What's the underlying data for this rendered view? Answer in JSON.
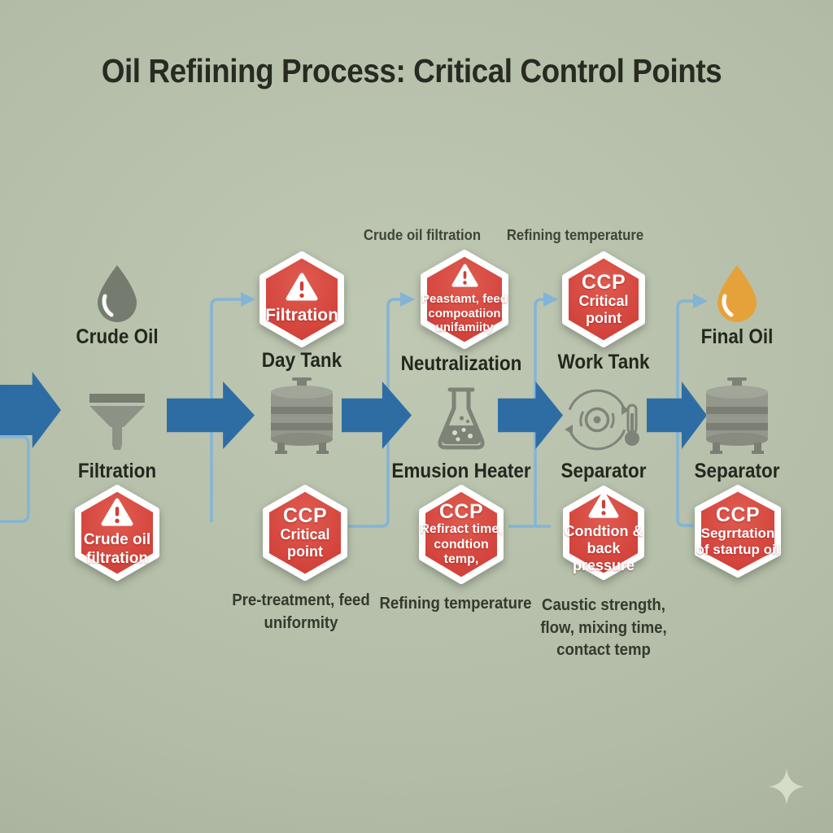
{
  "title": "Oil Refiining Process: Critical Control Points",
  "palette": {
    "background": "#b2bca6",
    "arrow_blue": "#2e6da4",
    "connector_blue": "#83b4d6",
    "ccp_red": "#d4453e",
    "icon_gray": "#84887c",
    "oil_orange": "#e5a23b",
    "heading_text": "#282b22",
    "note_text": "#3e4538",
    "sparkle": "#d5dcc8"
  },
  "flow": {
    "stages": [
      {
        "name": "crude-oil",
        "source_label": "Crude Oil",
        "process_label": "Filtration",
        "icon": "oil-droplet-gray",
        "process_icon": "funnel",
        "ccp_bottom": {
          "warning": true,
          "body": "Crude oil\nfiltration"
        }
      },
      {
        "name": "day-tank",
        "stage_label": "Day Tank",
        "process_icon": "storage-tank",
        "ccp_top": {
          "warning": true,
          "body": "Filtration"
        },
        "ccp_bottom": {
          "heading": "CCP",
          "body": "Critical\npoint"
        },
        "note_bottom": "Pre-treatment, feed\nuniformity"
      },
      {
        "name": "neutralization",
        "stage_label": "Neutralization",
        "process_label": "Emusion Heater",
        "process_icon": "flask",
        "note_top": "Crude oil filtration",
        "ccp_top": {
          "warning": true,
          "body": "Peastamt, feed\ncompoatiion\nunifamiity"
        },
        "ccp_bottom": {
          "heading": "CCP",
          "body": "Refiract time,\ncondtion\ntemp,"
        },
        "note_bottom": "Refining temperature"
      },
      {
        "name": "work-tank",
        "stage_label": "Work Tank",
        "process_label": "Separator",
        "process_icon": "separator-gauge",
        "note_top": "Refining temperature",
        "ccp_top": {
          "heading": "CCP",
          "body": "Critical\npoint"
        },
        "ccp_bottom": {
          "warning": true,
          "body": "Condtion &\nback pressure"
        },
        "note_bottom": "Caustic strength,\nflow, mixing time,\ncontact temp"
      },
      {
        "name": "final-oil",
        "source_label": "Final Oil",
        "process_label": "Separator",
        "icon": "oil-droplet-orange",
        "process_icon": "storage-tank",
        "ccp_bottom": {
          "heading": "CCP",
          "body": "Segrrtation\nof startup oil"
        }
      }
    ]
  }
}
